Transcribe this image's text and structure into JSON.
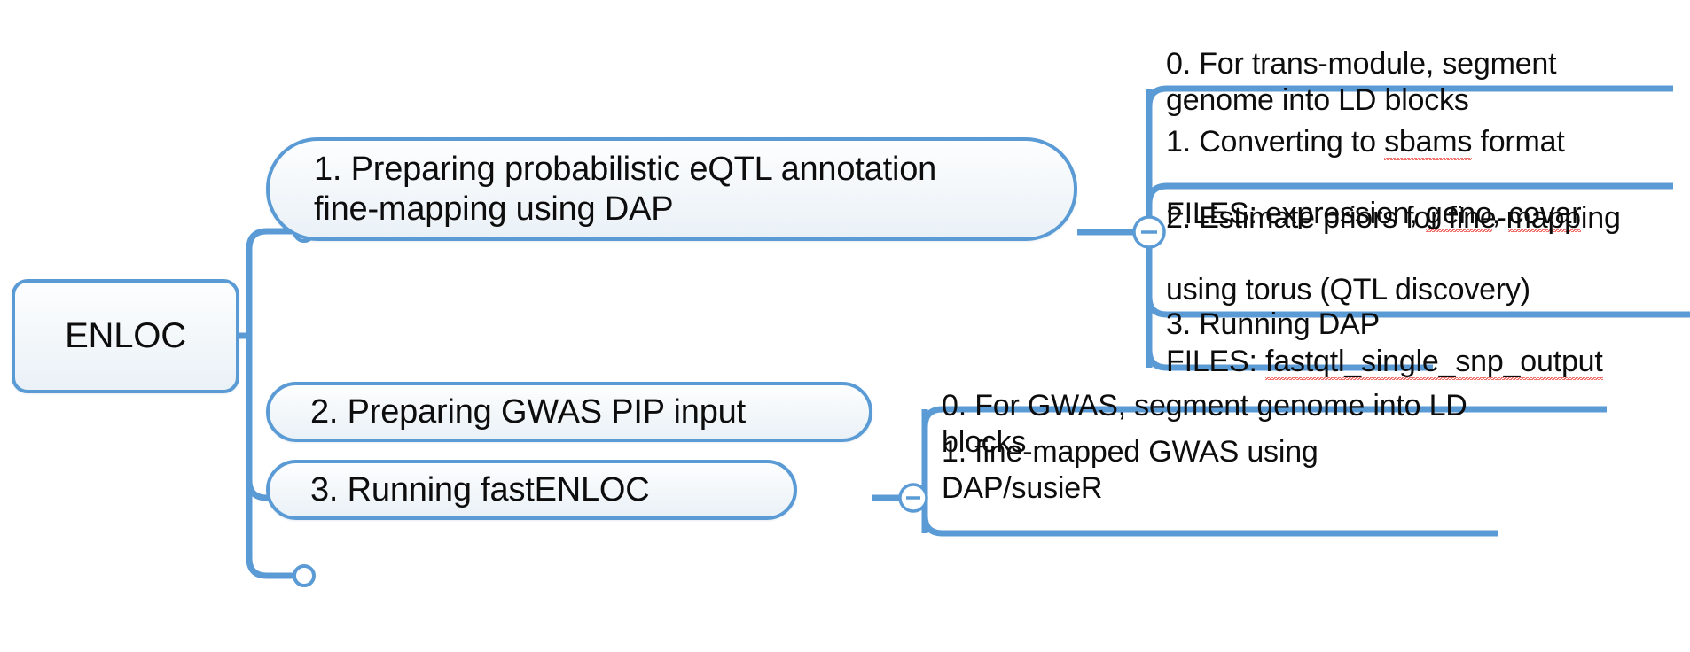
{
  "diagram": {
    "type": "mind-map",
    "title": "ENLOC",
    "accent_color": "#5b9bd5",
    "node_fill": "#f2f7fb",
    "text_color": "#0d0d0d",
    "spellcheck_color": "#e8453c"
  },
  "root": {
    "label": "ENLOC"
  },
  "branches": [
    {
      "id": "branch-1",
      "label": "1. Preparing probabilistic eQTL annotation\nfine-mapping using DAP",
      "toggle": "−",
      "toggle_state": "expanded",
      "children": [
        {
          "id": "a0",
          "label": "0. For trans-module, segment\ngenome into LD blocks"
        },
        {
          "id": "a1",
          "line1_pre": "1. Converting to ",
          "line1_mis": "sbams",
          "line1_post": " format",
          "line2_pre": "FILES: expression, ",
          "line2_mis1": "geno",
          "line2_mid": ", ",
          "line2_mis2": "covar"
        },
        {
          "id": "a2",
          "line1": "2. Estimate priors for fine-mapping",
          "line2": "using torus (QTL discovery)",
          "line3_pre": "FILES: ",
          "line3_mis": "fastqtl_single_snp_output"
        },
        {
          "id": "a3",
          "label": "3. Running DAP"
        }
      ]
    },
    {
      "id": "branch-2",
      "label": "2. Preparing GWAS PIP input",
      "toggle": "−",
      "toggle_state": "expanded",
      "children": [
        {
          "id": "b0",
          "label": "0. For GWAS, segment genome into LD blocks"
        },
        {
          "id": "b1",
          "label": "1. fine-mapped GWAS using DAP/susieR"
        }
      ]
    },
    {
      "id": "branch-3",
      "label": "3. Running fastENLOC",
      "toggle": "",
      "toggle_state": "leaf",
      "children": []
    }
  ],
  "connectors": {
    "root_bullet": "○",
    "collapse_glyph": "−"
  }
}
